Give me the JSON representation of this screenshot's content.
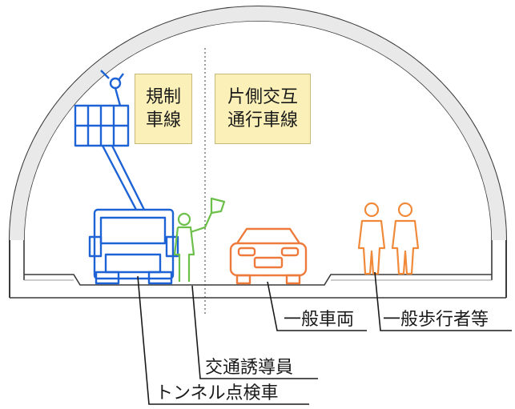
{
  "boxes": {
    "restricted_lane": {
      "line1": "規制",
      "line2": "車線"
    },
    "alternating_lane": {
      "line1": "片側交互",
      "line2": "通行車線"
    }
  },
  "labels": {
    "general_vehicle": "一般車両",
    "pedestrians": "一般歩行者等",
    "traffic_guide": "交通誘導員",
    "inspection_vehicle": "トンネル点検車"
  },
  "colors": {
    "tunnel": "#3a3a3a",
    "inspection_vehicle": "#1e63d6",
    "traffic_guide": "#6cc04a",
    "general_vehicle": "#ee7a3c",
    "pedestrians": "#f08a3a",
    "box_fill": "#fbf1b8"
  }
}
